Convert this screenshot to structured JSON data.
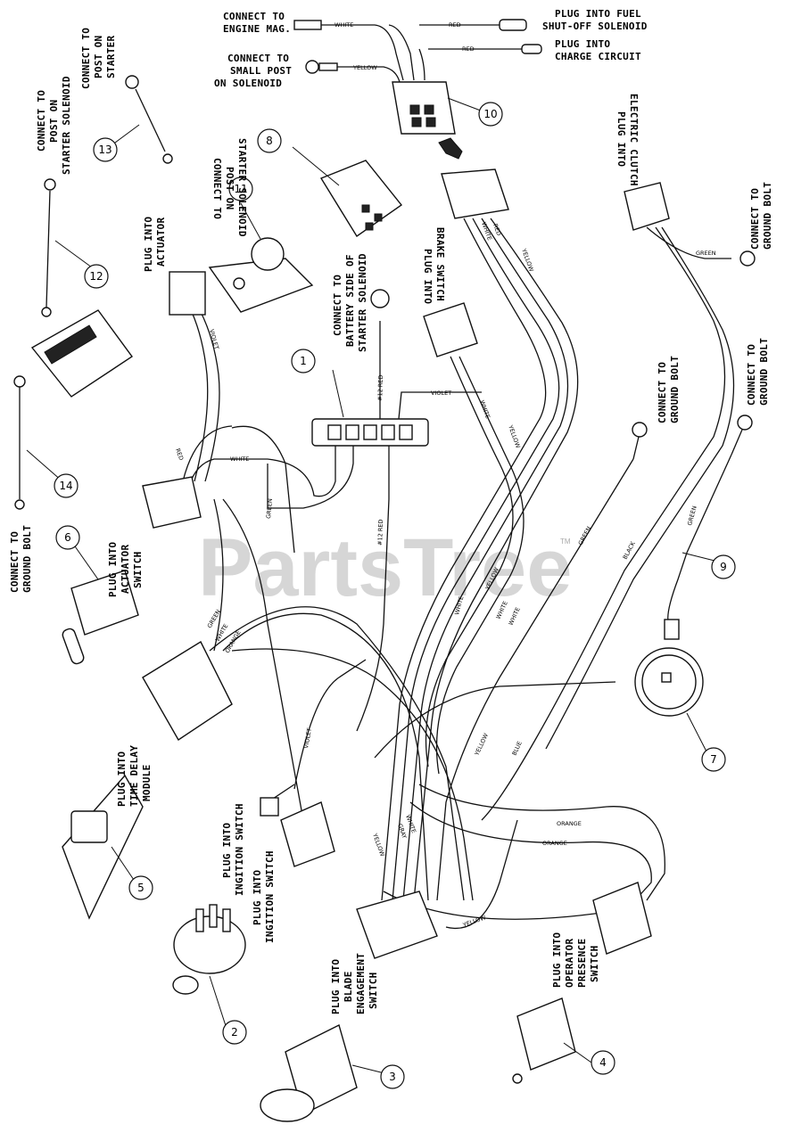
{
  "watermark": {
    "text": "PartsTree",
    "mark": "TM"
  },
  "labels": {
    "engine_mag": [
      "CONNECT TO",
      "ENGINE MAG."
    ],
    "fuel_solenoid": [
      "PLUG INTO FUEL",
      "SHUT-OFF SOLENOID"
    ],
    "charge_circuit": [
      "PLUG INTO",
      "CHARGE CIRCUIT"
    ],
    "small_post": [
      "CONNECT TO",
      "SMALL POST",
      "ON SOLENOID"
    ],
    "post_starter_top": [
      "CONNECT TO",
      "POST ON",
      "STARTER"
    ],
    "post_starter_solenoid": [
      "CONNECT TO",
      "POST ON",
      "STARTER SOLENOID"
    ],
    "starter_solenoid_11": [
      "CONNECT TO",
      "POST ON",
      "STARTER SOLENOID"
    ],
    "actuator": [
      "PLUG INTO",
      "ACTUATOR"
    ],
    "battery_side": [
      "CONNECT TO",
      "BATTERY SIDE OF",
      "STARTER SOLENOID"
    ],
    "brake_switch": [
      "PLUG INTO",
      "BRAKE SWITCH"
    ],
    "electric_clutch": [
      "PLUG INTO",
      "ELECTRIC CLUTCH"
    ],
    "ground_bolt_right_top": [
      "CONNECT TO",
      "GROUND BOLT"
    ],
    "ground_bolt_mid": [
      "CONNECT TO",
      "GROUND BOLT"
    ],
    "ground_bolt_right2": [
      "CONNECT TO",
      "GROUND BOLT"
    ],
    "ground_bolt_left": [
      "CONNECT TO",
      "GROUND BOLT"
    ],
    "actuator_switch": [
      "PLUG INTO",
      "ACTUATOR",
      "SWITCH"
    ],
    "time_delay": [
      "PLUG INTO",
      "TIME DELAY",
      "MODULE"
    ],
    "ignition_1": [
      "PLUG INTO",
      "INGITION SWITCH"
    ],
    "ignition_2": [
      "PLUG INTO",
      "INGITION SWITCH"
    ],
    "blade_switch": [
      "PLUG INTO",
      "BLADE",
      "ENGAGEMENT",
      "SWITCH"
    ],
    "operator_switch": [
      "PLUG INTO",
      "OPERATOR",
      "PRESENCE",
      "SWITCH"
    ]
  },
  "wire_labels": {
    "white": "WHITE",
    "red": "RED",
    "yellow": "YELLOW",
    "violet": "VIOLET",
    "green": "GREEN",
    "black": "BLACK",
    "blue": "BLUE",
    "orange": "ORANGE",
    "gray": "GRAY",
    "red12": "#12 RED"
  },
  "callouts": [
    "1",
    "2",
    "3",
    "4",
    "5",
    "6",
    "7",
    "8",
    "9",
    "10",
    "11",
    "12",
    "13",
    "14"
  ]
}
